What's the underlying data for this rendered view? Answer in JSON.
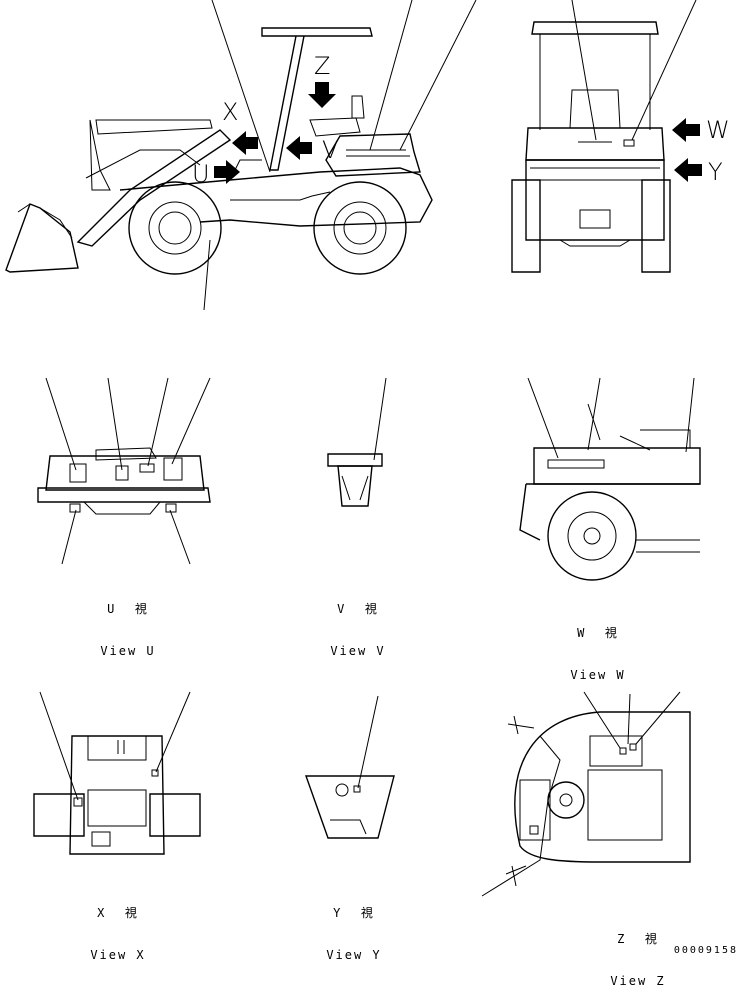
{
  "arrow_letters": {
    "x": "X",
    "z": "Z",
    "v": "V",
    "u": "U",
    "w": "W",
    "y": "Y"
  },
  "views": [
    {
      "jp": "U  視",
      "en": "View U"
    },
    {
      "jp": "V  視",
      "en": "View V"
    },
    {
      "jp": "W  視",
      "en": "View W"
    },
    {
      "jp": "X  視",
      "en": "View X"
    },
    {
      "jp": "Y  視",
      "en": "View Y"
    },
    {
      "jp": "Z  視",
      "en": "View Z"
    }
  ],
  "doc_number": "00009158"
}
